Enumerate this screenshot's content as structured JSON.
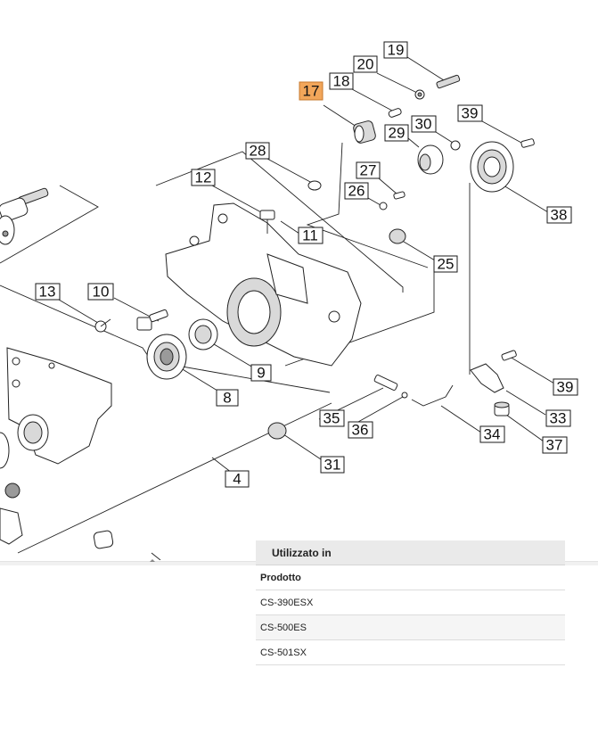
{
  "callouts": {
    "c4": "4",
    "c8": "8",
    "c9": "9",
    "c10": "10",
    "c11": "11",
    "c12": "12",
    "c13": "13",
    "c17": "17",
    "c18": "18",
    "c19": "19",
    "c20": "20",
    "c25": "25",
    "c26": "26",
    "c27": "27",
    "c28": "28",
    "c29": "29",
    "c30": "30",
    "c31": "31",
    "c33": "33",
    "c34": "34",
    "c35": "35",
    "c36": "36",
    "c37": "37",
    "c38": "38",
    "c39a": "39",
    "c39b": "39"
  },
  "highlight": {
    "part": "17",
    "color": "#f2a65a"
  },
  "usage": {
    "title": "Utilizzato in",
    "column_header": "Prodotto",
    "products": [
      "CS-390ESX",
      "CS-500ES",
      "CS-501SX"
    ]
  }
}
